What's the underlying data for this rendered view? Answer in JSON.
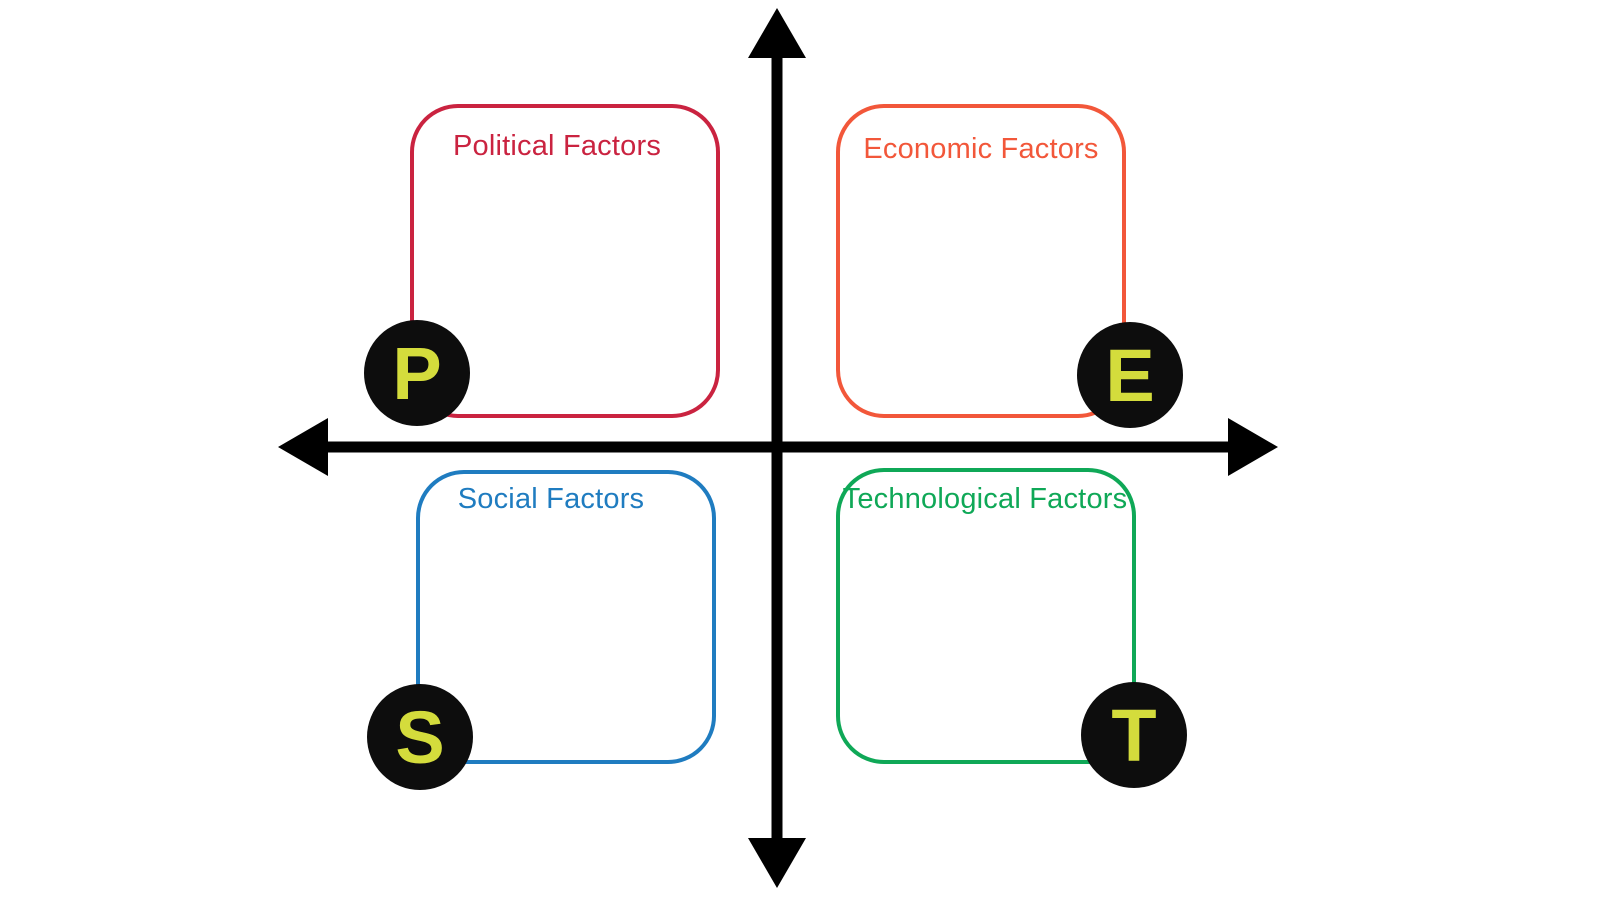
{
  "diagram": {
    "type": "pest-analysis",
    "background_color": "#ffffff",
    "axis_color": "#000000",
    "badge_fill_color": "#0d0d0d",
    "badge_text_color": "#d4dc3c",
    "axes": {
      "vertical": {
        "name": "vertical-axis",
        "top_arrow": "arrow-up",
        "bottom_arrow": "arrow-down"
      },
      "horizontal": {
        "name": "horizontal-axis",
        "left_arrow": "arrow-left",
        "right_arrow": "arrow-right"
      }
    },
    "quadrants": [
      {
        "key": "political",
        "label": "Political Factors",
        "letter": "P",
        "color": "#ca2340",
        "position": "top-left"
      },
      {
        "key": "economic",
        "label": "Economic Factors",
        "letter": "E",
        "color": "#f2573a",
        "position": "top-right"
      },
      {
        "key": "social",
        "label": "Social Factors",
        "letter": "S",
        "color": "#1f7cc0",
        "position": "bottom-left"
      },
      {
        "key": "technological",
        "label": "Technological Factors",
        "letter": "T",
        "color": "#0fa857",
        "position": "bottom-right"
      }
    ]
  }
}
